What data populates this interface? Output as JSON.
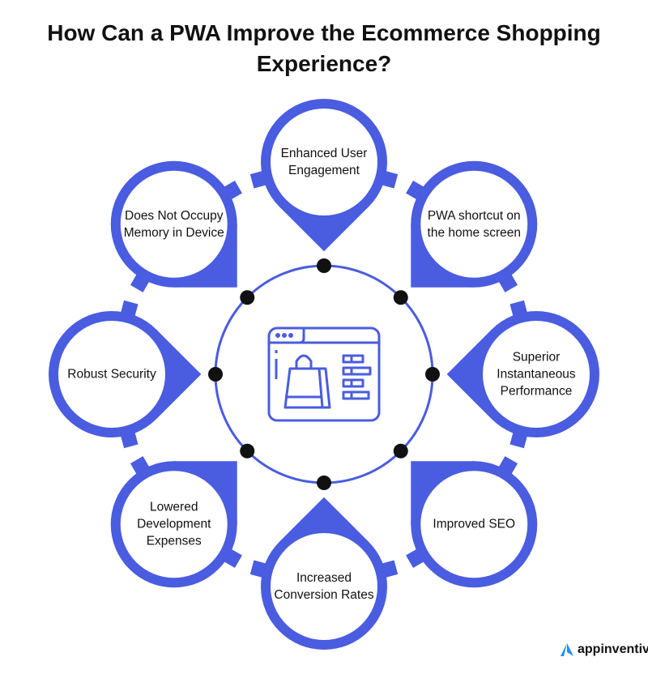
{
  "title": "How Can a PWA Improve the Ecommerce Shopping Experience?",
  "center_icon": "shopping-browser-icon",
  "benefits": [
    "Enhanced User Engagement",
    "PWA shortcut on the home screen",
    "Superior Instantaneous Performance",
    "Improved SEO",
    "Increased Conversion Rates",
    "Lowered Development Expenses",
    "Robust Security",
    "Does Not Occupy Memory in Device"
  ],
  "brand": "appinventiv",
  "colors": {
    "accent": "#4a5ce0",
    "dot": "#111111"
  }
}
